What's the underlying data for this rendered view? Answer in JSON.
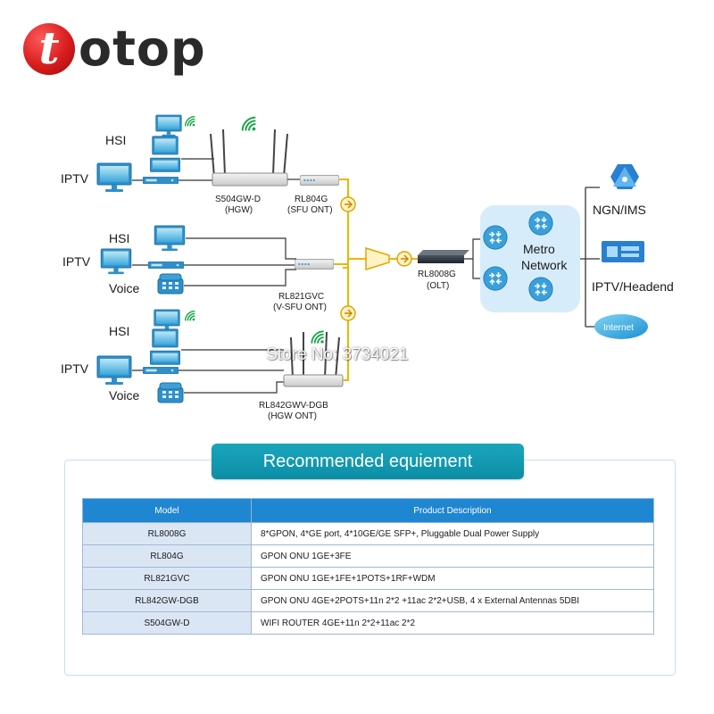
{
  "brand": {
    "logo_letter": "t",
    "logo_rest": "otop"
  },
  "watermark": "Store No: 3734021",
  "diagram": {
    "groups": [
      {
        "services": [
          "HSI",
          "IPTV"
        ],
        "device": "S504GW-D",
        "device_type": "(HGW)"
      },
      {
        "services": [
          "HSI",
          "IPTV",
          "Voice"
        ],
        "device": "RL821GVC",
        "device_type": "(V-SFU ONT)"
      },
      {
        "services": [
          "HSI",
          "IPTV",
          "Voice"
        ],
        "device": "RL842GWV-DGB",
        "device_type": "(HGW ONT)"
      }
    ],
    "ont_sfu": {
      "name": "RL804G",
      "type": "(SFU ONT)"
    },
    "olt": {
      "name": "RL8008G",
      "type": "(OLT)"
    },
    "metro": {
      "line1": "Metro",
      "line2": "Network"
    },
    "destinations": [
      "NGN/IMS",
      "IPTV/Headend",
      "Internet"
    ]
  },
  "equipment": {
    "title": "Recommended equiement",
    "headers": [
      "Model",
      "Product Description"
    ],
    "rows": [
      {
        "model": "RL8008G",
        "description": "8*GPON, 4*GE port, 4*10GE/GE SFP+, Pluggable Dual Power Supply"
      },
      {
        "model": "RL804G",
        "description": "GPON ONU 1GE+3FE"
      },
      {
        "model": "RL821GVC",
        "description": "GPON ONU 1GE+1FE+1POTS+1RF+WDM"
      },
      {
        "model": "RL842GW-DGB",
        "description": "GPON ONU 4GE+2POTS+11n 2*2 +11ac 2*2+USB, 4 x External Antennas 5DBI"
      },
      {
        "model": "S504GW-D",
        "description": "WIFI ROUTER 4GE+11n 2*2+11ac 2*2"
      }
    ]
  },
  "colors": {
    "brand_red": "#d81c1c",
    "accent_teal": "#1aa6bd",
    "table_header": "#1f86d1",
    "fiber": "#f0b400"
  }
}
